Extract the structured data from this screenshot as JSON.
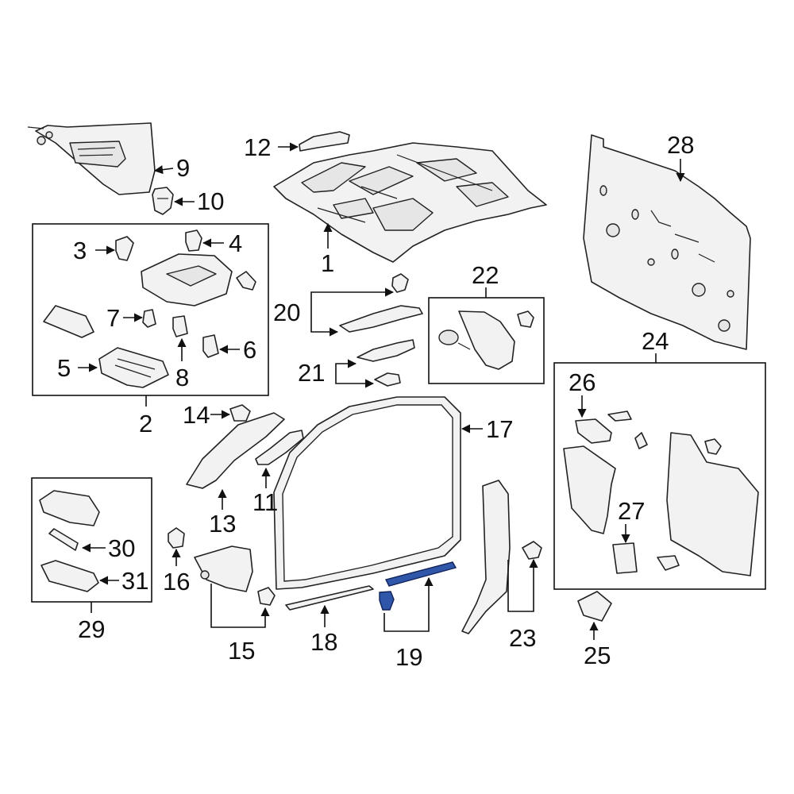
{
  "callouts": {
    "c1": "1",
    "c2": "2",
    "c3": "3",
    "c4": "4",
    "c5": "5",
    "c6": "6",
    "c7": "7",
    "c8": "8",
    "c9": "9",
    "c10": "10",
    "c11": "11",
    "c12": "12",
    "c13": "13",
    "c14": "14",
    "c15": "15",
    "c16": "16",
    "c17": "17",
    "c18": "18",
    "c19": "19",
    "c20": "20",
    "c21": "21",
    "c22": "22",
    "c23": "23",
    "c24": "24",
    "c25": "25",
    "c26": "26",
    "c27": "27",
    "c28": "28",
    "c29": "29",
    "c30": "30",
    "c31": "31"
  },
  "highlight_color": "#2f56a8"
}
